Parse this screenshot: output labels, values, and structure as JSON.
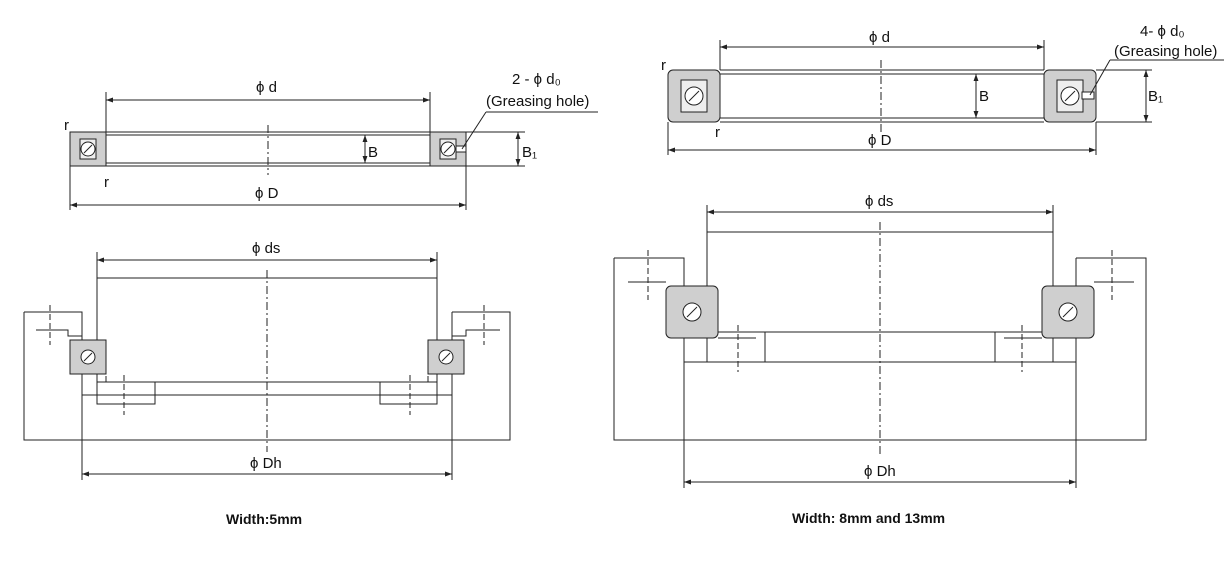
{
  "left": {
    "top": {
      "d": "ϕ d",
      "D": "ϕ D",
      "B": "B",
      "B1": "B₁",
      "r_top": "r",
      "r_bottom": "r",
      "hole_count": "2 - ϕ d₀",
      "hole_note": "(Greasing hole)"
    },
    "bottom": {
      "ds": "ϕ ds",
      "Dh": "ϕ Dh"
    },
    "caption": "Width:5mm"
  },
  "right": {
    "top": {
      "d": "ϕ d",
      "D": "ϕ D",
      "B": "B",
      "B1": "B₁",
      "r_top": "r",
      "r_bottom": "r",
      "hole_count": "4- ϕ d₀",
      "hole_note": "(Greasing hole)"
    },
    "bottom": {
      "ds": "ϕ ds",
      "Dh": "ϕ Dh"
    },
    "caption": "Width: 8mm and 13mm"
  },
  "colors": {
    "line": "#222222",
    "ring_fill": "#cfcfcf",
    "hatch": "#9a9a9a"
  }
}
